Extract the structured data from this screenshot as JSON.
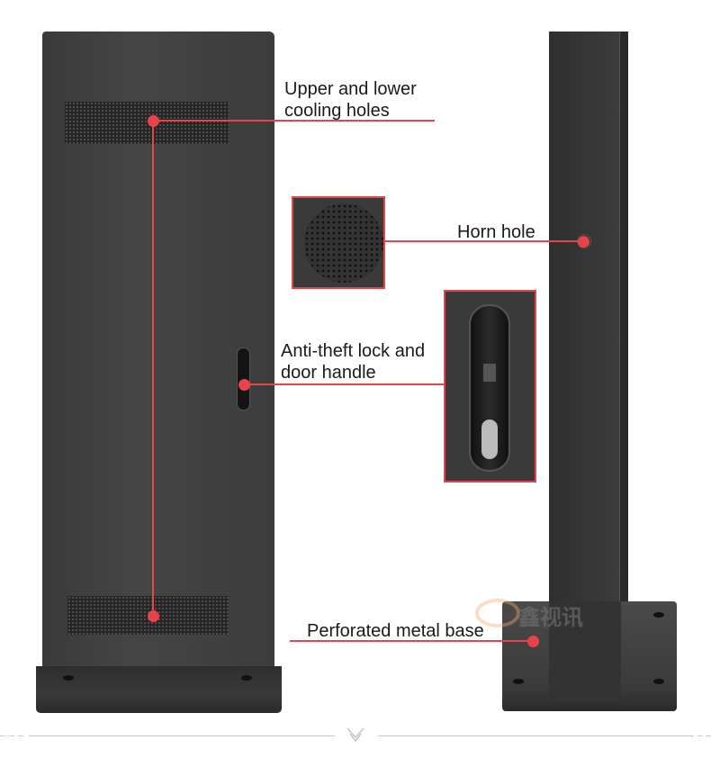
{
  "callouts": {
    "cooling": "Upper and lower cooling holes",
    "cooling_line1": "Upper and lower",
    "cooling_line2": "cooling holes",
    "horn": "Horn hole",
    "lock_line1": "Anti-theft lock and",
    "lock_line2": "door handle",
    "base": "Perforated metal base"
  },
  "watermark": "鑫视讯",
  "colors": {
    "accent": "#e8434a",
    "cabinet": "#3c3c3c"
  },
  "icons": {
    "scroll": "chevron-down-icon"
  }
}
